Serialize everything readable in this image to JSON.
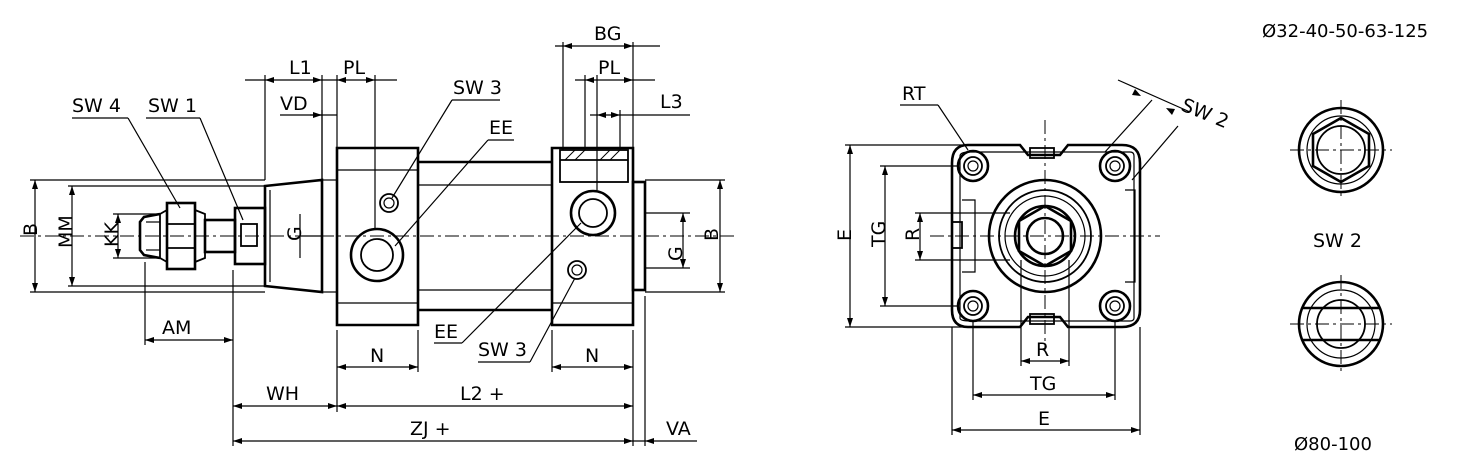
{
  "side_view": {
    "labels": {
      "sw4": "SW 4",
      "sw1": "SW 1",
      "l1": "L1",
      "pl_left": "PL",
      "vd": "VD",
      "sw3_top": "SW 3",
      "ee_top": "EE",
      "bg": "BG",
      "pl_right": "PL",
      "l3": "L3",
      "b_left": "B",
      "mm": "MM",
      "kk": "KK",
      "g_left": "G",
      "g_right": "G",
      "b_right": "B",
      "am": "AM",
      "ee_bottom": "EE",
      "sw3_bottom": "SW 3",
      "n_left": "N",
      "n_right": "N",
      "wh": "WH",
      "l2": "L2 +",
      "zj": "ZJ +",
      "va": "VA"
    }
  },
  "end_view": {
    "labels": {
      "rt": "RT",
      "sw2": "SW 2",
      "e_vertical": "E",
      "tg_vertical": "TG",
      "r_vertical": "R",
      "r_horizontal": "R",
      "tg_horizontal": "TG",
      "e_horizontal": "E"
    }
  },
  "detail_views": {
    "diameter_range_top": "Ø32-40-50-63-125",
    "sw2_label": "SW 2",
    "diameter_range_bottom": "Ø80-100"
  }
}
